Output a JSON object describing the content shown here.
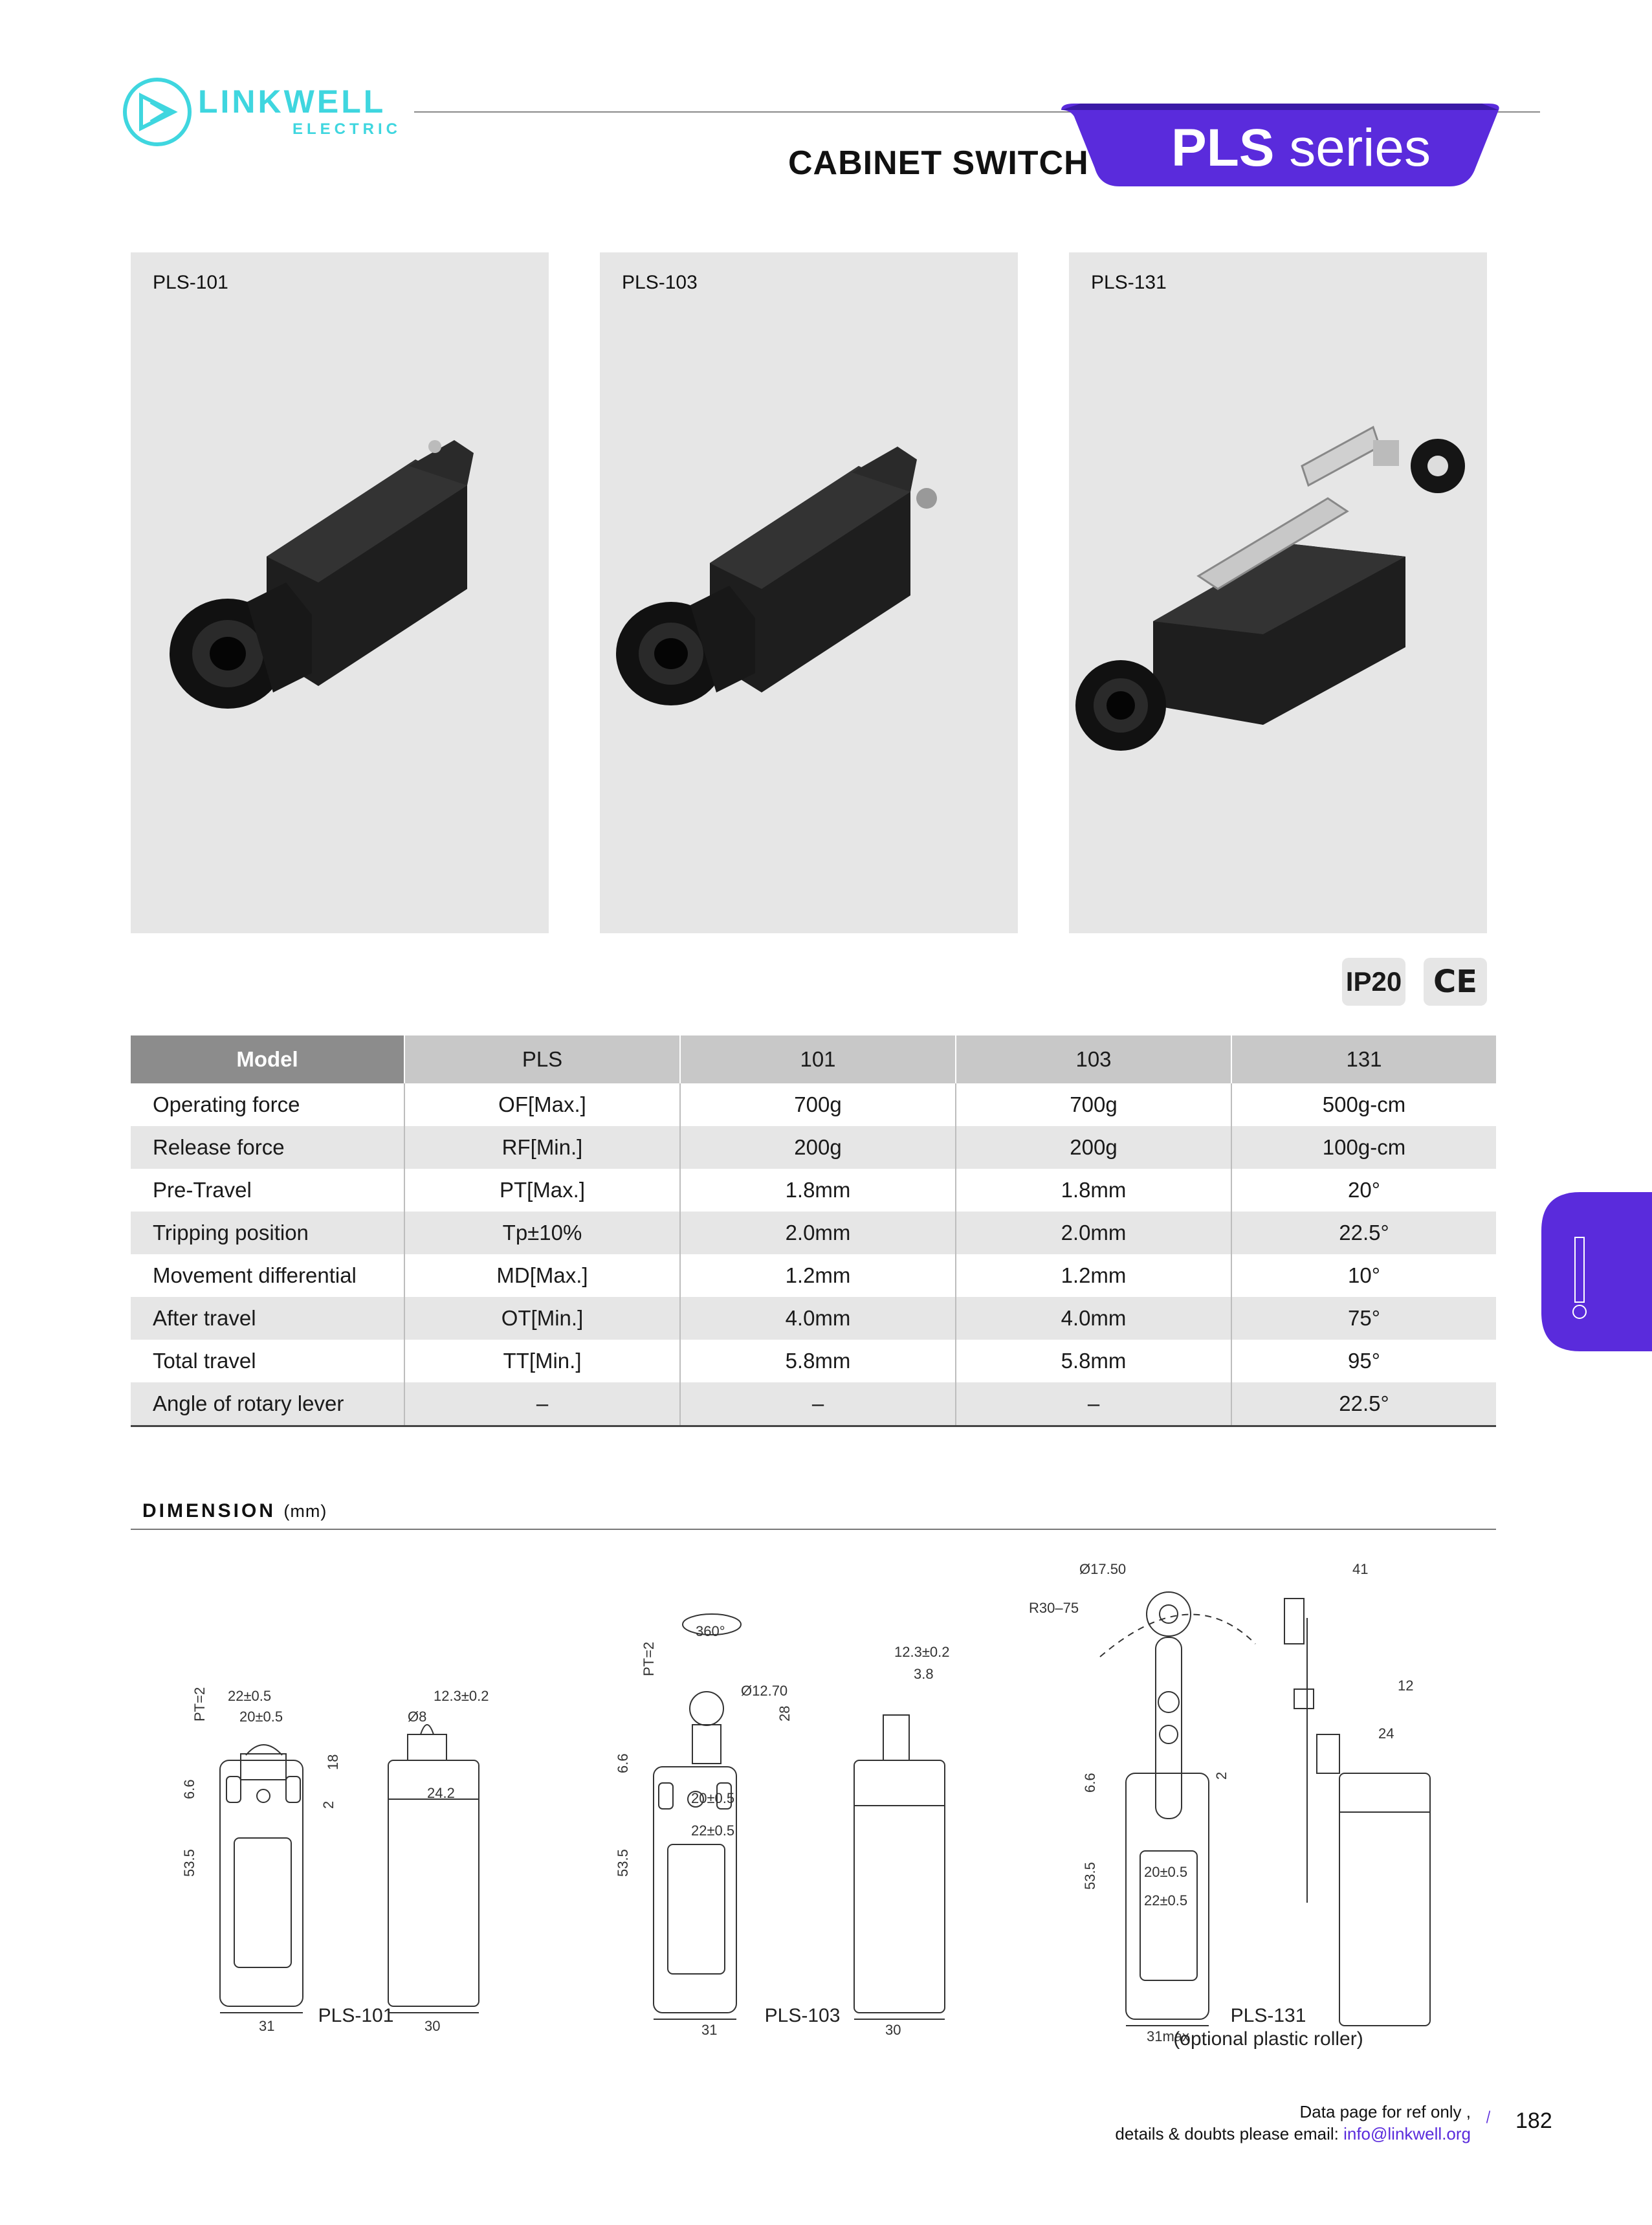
{
  "brand": {
    "name": "LINKWELL",
    "sub": "ELECTRIC"
  },
  "header": {
    "category": "CABINET SWITCH",
    "series_bold": "PLS",
    "series_rest": " series"
  },
  "products": [
    {
      "label": "PLS-101"
    },
    {
      "label": "PLS-103"
    },
    {
      "label": "PLS-131"
    }
  ],
  "certifications": {
    "ip": "IP20",
    "ce": "CE"
  },
  "table": {
    "headers": [
      "Model",
      "PLS",
      "101",
      "103",
      "131"
    ],
    "rows": [
      [
        "Operating force",
        "OF[Max.]",
        "700g",
        "700g",
        "500g-cm"
      ],
      [
        "Release force",
        "RF[Min.]",
        "200g",
        "200g",
        "100g-cm"
      ],
      [
        "Pre-Travel",
        "PT[Max.]",
        "1.8mm",
        "1.8mm",
        "20°"
      ],
      [
        "Tripping position",
        "Tp±10%",
        "2.0mm",
        "2.0mm",
        "22.5°"
      ],
      [
        "Movement differential",
        "MD[Max.]",
        "1.2mm",
        "1.2mm",
        "10°"
      ],
      [
        "After travel",
        "OT[Min.]",
        "4.0mm",
        "4.0mm",
        "75°"
      ],
      [
        "Total travel",
        "TT[Min.]",
        "5.8mm",
        "5.8mm",
        "95°"
      ],
      [
        "Angle of rotary lever",
        "–",
        "–",
        "–",
        "22.5°"
      ]
    ]
  },
  "dimension": {
    "title": "DIMENSION",
    "unit": "(mm)",
    "pls101": {
      "pt": "PT=2",
      "w1": "22±0.5",
      "w2": "20±0.5",
      "h18": "18",
      "d2": "2",
      "h66": "6.6",
      "h535": "53.5",
      "w31": "31",
      "d8": "Ø8",
      "w123": "12.3±0.2",
      "w242": "24.2",
      "w30": "30",
      "caption": "PLS-101"
    },
    "pls103": {
      "rot": "360°",
      "pt": "PT=2",
      "d127": "Ø12.70",
      "h28": "28",
      "w123": "12.3±0.2",
      "w38": "3.8",
      "h66": "6.6",
      "w20": "20±0.5",
      "w22": "22±0.5",
      "h535": "53.5",
      "w31": "31",
      "w30": "30",
      "caption": "PLS-103"
    },
    "pls131": {
      "d175": "Ø17.50",
      "r": "R30–75",
      "w41": "41",
      "w12": "12",
      "w24": "24",
      "h66": "6.6",
      "d2": "2",
      "h535": "53.5",
      "w20": "20±0.5",
      "w22": "22±0.5",
      "w31": "31max",
      "caption": "PLS-131",
      "caption2": "(optional plastic roller)"
    }
  },
  "footer": {
    "line1": "Data page for ref only ,",
    "line2_prefix": "details & doubts please email: ",
    "email": "info@linkwell.org",
    "page": "182"
  },
  "colors": {
    "accent": "#5a2bdc",
    "brand": "#3fd6df",
    "panel": "#e6e6e6",
    "table_header": "#8c8c8c"
  }
}
